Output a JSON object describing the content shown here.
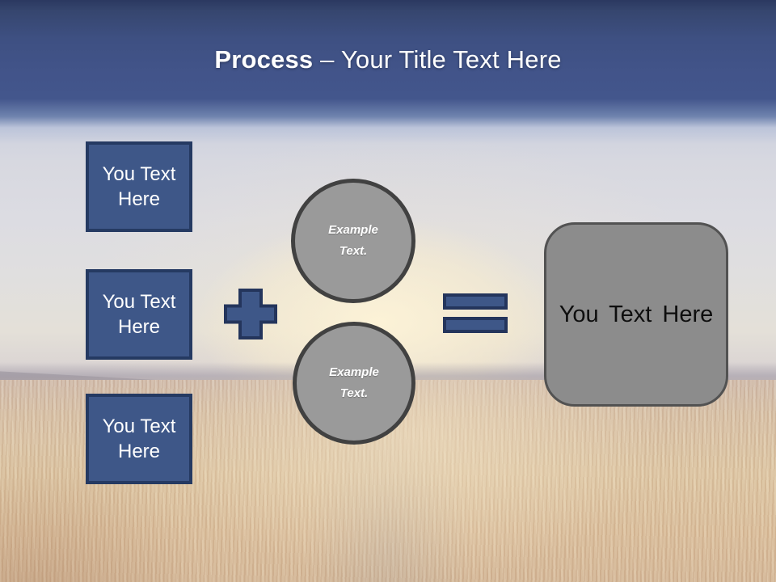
{
  "title": {
    "bold": "Process",
    "rest": " – Your Title Text Here"
  },
  "input_boxes": [
    {
      "label": "You Text Here"
    },
    {
      "label": "You Text Here"
    },
    {
      "label": "You Text Here"
    }
  ],
  "example_circles": [
    {
      "label": "Example Text."
    },
    {
      "label": "Example Text."
    }
  ],
  "operators": {
    "plus": "plus-sign",
    "equals": "equals-sign"
  },
  "result_box": {
    "label": "You Text Here"
  },
  "colors": {
    "accent_blue": "#3E5788",
    "accent_blue_border": "#24355C",
    "circle_gray": "#9A9A9A",
    "circle_border": "#414141",
    "result_gray": "#8C8C8C",
    "result_border": "#525252",
    "header_blue": "#42548A",
    "title_text": "#FFFFFF"
  }
}
